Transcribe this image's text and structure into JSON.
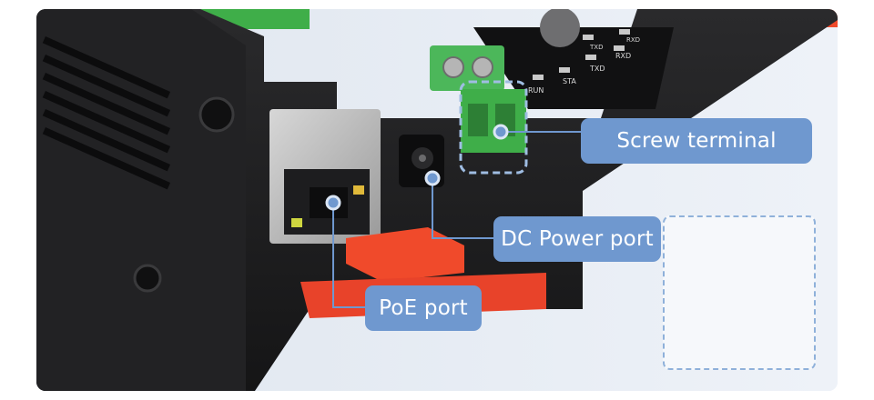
{
  "callouts": {
    "screw_terminal": "Screw terminal",
    "dc_power_port": "DC Power port",
    "poe_port": "PoE port"
  },
  "board_labels": {
    "run": "RUN",
    "sta": "STA",
    "txd": "TXD",
    "rxd": "RXD",
    "txd_top": "TXD",
    "rxd_top": "RXD"
  },
  "colors": {
    "callout_bg": "#6f98cf",
    "accent_dashed": "#8fb1da",
    "device_body": "#1c1c1e",
    "terminal_green": "#3fae49",
    "din_clip_red": "#f04a2b"
  }
}
